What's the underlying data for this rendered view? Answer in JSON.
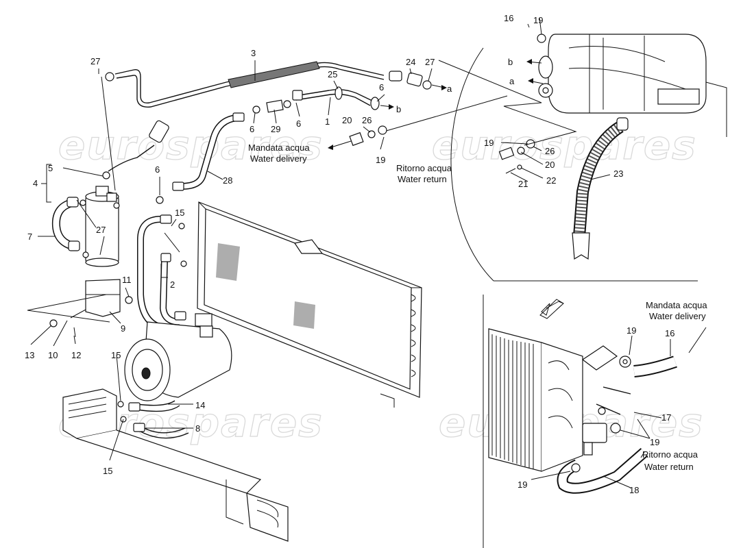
{
  "watermark": {
    "text": "eurospares"
  },
  "callouts": {
    "c1": "1",
    "c2": "2",
    "c3": "3",
    "c4": "4",
    "c5": "5",
    "c6a": "6",
    "c6b": "6",
    "c6c": "6",
    "c6d": "6",
    "c7": "7",
    "c8": "8",
    "c9": "9",
    "c10": "10",
    "c11": "11",
    "c12": "12",
    "c13": "13",
    "c14": "14",
    "c15a": "15",
    "c15b": "15",
    "c15c": "15",
    "c16a": "16",
    "c16b": "16",
    "c17": "17",
    "c18": "18",
    "c19a": "19",
    "c19b": "19",
    "c19c": "19",
    "c19d": "19",
    "c19e": "19",
    "c19f": "19",
    "c20a": "20",
    "c20b": "20",
    "c21": "21",
    "c22": "22",
    "c23": "23",
    "c24": "24",
    "c25": "25",
    "c26a": "26",
    "c26b": "26",
    "c27a": "27",
    "c27b": "27",
    "c27c": "27",
    "c28": "28",
    "c29": "29",
    "la1": "a",
    "la2": "a",
    "lb1": "b",
    "lb2": "b"
  },
  "captions": {
    "delivery_it_1": "Mandata acqua",
    "delivery_en_1": "Water delivery",
    "return_it_1": "Ritorno acqua",
    "return_en_1": "Water return",
    "delivery_it_2": "Mandata acqua",
    "delivery_en_2": "Water delivery",
    "return_it_2": "Ritorno acqua",
    "return_en_2": "Water return"
  }
}
